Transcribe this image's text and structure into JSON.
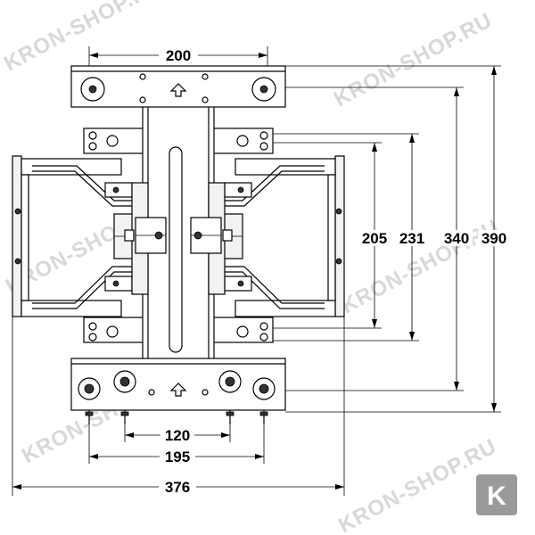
{
  "watermark": {
    "text": "KRON-SHOP.RU"
  },
  "dimensions": {
    "top_width": "200",
    "height_205": "205",
    "height_231": "231",
    "height_340": "340",
    "height_390": "390",
    "bottom_120": "120",
    "bottom_195": "195",
    "overall_376": "376"
  },
  "logo": {
    "letter": "K",
    "color": "#9a9a9a"
  },
  "colors": {
    "line": "#000000",
    "plate": "#f2f2f2",
    "watermark": "#d8d8d8"
  }
}
